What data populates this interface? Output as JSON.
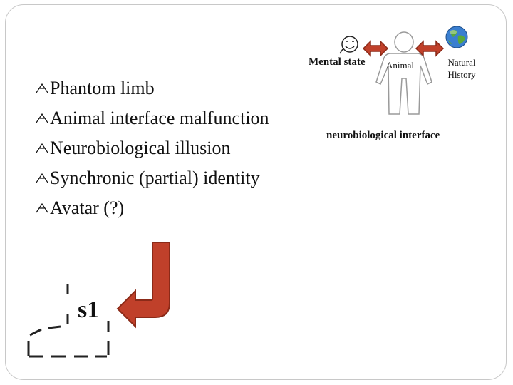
{
  "bullets": [
    "Phantom limb",
    "Animal interface malfunction",
    "Neurobiological illusion",
    "Synchronic (partial) identity",
    "Avatar (?)"
  ],
  "s1": {
    "label": "s1"
  },
  "diagram": {
    "mental_state": "Mental state",
    "animal": "Animal",
    "natural_history": "Natural History",
    "interface": "neurobiological interface",
    "icons": [
      "smiley-face-icon",
      "human-figure-icon",
      "globe-icon",
      "double-arrow-icon",
      "return-arrow-icon"
    ]
  },
  "colors": {
    "arrow": "#c0402a",
    "arrow_outline": "#8b2a18",
    "text": "#111111",
    "frame": "#c8c8c8"
  }
}
